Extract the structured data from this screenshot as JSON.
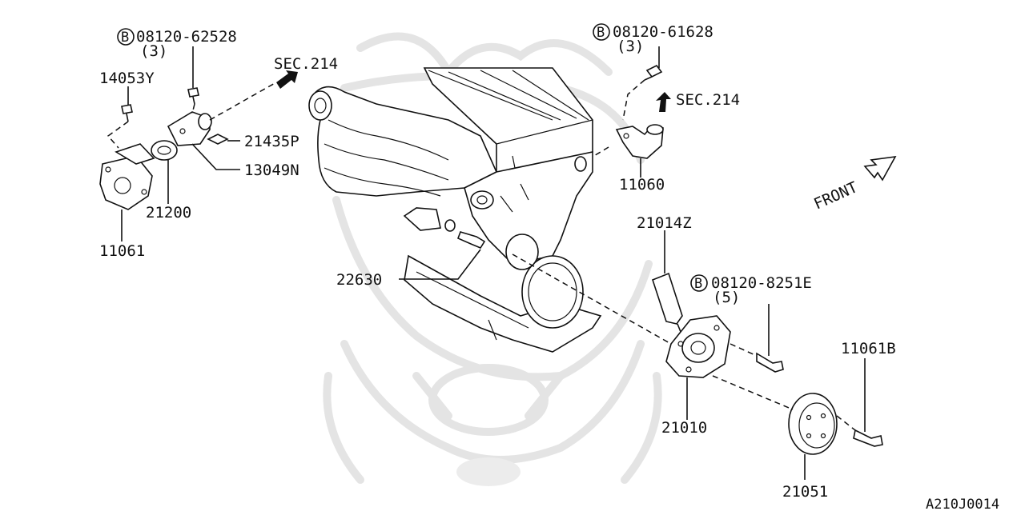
{
  "diagram": {
    "parts": {
      "bolt_tl": "08120-62528",
      "bolt_tl_qty": "(3)",
      "bolt_tr": "08120-61628",
      "bolt_tr_qty": "(3)",
      "bolt_pump": "08120-8251E",
      "bolt_pump_qty": "(5)",
      "p14053Y": "14053Y",
      "p21435P": "21435P",
      "p13049N": "13049N",
      "p21200": "21200",
      "p11061": "11061",
      "p22630": "22630",
      "p11060": "11060",
      "p21014Z": "21014Z",
      "p21010": "21010",
      "p11061B": "11061B",
      "p21051": "21051"
    },
    "bolt_marker": "B",
    "sec_left": "SEC.214",
    "sec_right": "SEC.214",
    "front": "FRONT",
    "code": "A210J0014"
  }
}
